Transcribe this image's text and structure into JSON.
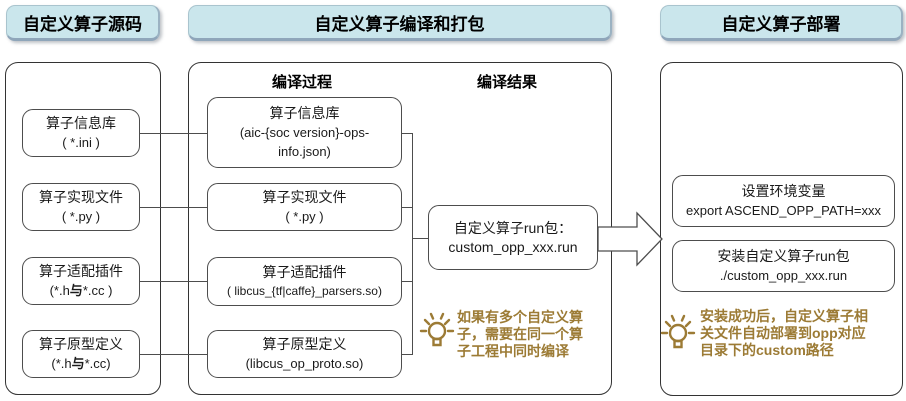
{
  "headers": {
    "source": "自定义算子源码",
    "build": "自定义算子编译和打包",
    "deploy": "自定义算子部署"
  },
  "build_section": {
    "process_label": "编译过程",
    "result_label": "编译结果"
  },
  "source_boxes": [
    {
      "title": "算子信息库",
      "sub": "( *.ini )"
    },
    {
      "title": "算子实现文件",
      "sub": "( *.py )"
    },
    {
      "title": "算子适配插件",
      "sub_pre": "(*.h",
      "sub_bold": "与",
      "sub_post": "*.cc )"
    },
    {
      "title": "算子原型定义",
      "sub_pre": "(*.h",
      "sub_bold": "与",
      "sub_post": "*.cc)"
    }
  ],
  "build_boxes": [
    {
      "title": "算子信息库",
      "sub1": "(aic-{soc version}-ops-",
      "sub2": "info.json)"
    },
    {
      "title": "算子实现文件",
      "sub": "( *.py )"
    },
    {
      "title": "算子适配插件",
      "sub": "( libcus_{tf|caffe}_parsers.so)"
    },
    {
      "title": "算子原型定义",
      "sub": "(libcus_op_proto.so)"
    }
  ],
  "run_box": {
    "line1": "自定义算子run包：",
    "line2": "custom_opp_xxx.run"
  },
  "deploy_boxes": [
    {
      "title": "设置环境变量",
      "sub": "export ASCEND_OPP_PATH=xxx"
    },
    {
      "title": "安装自定义算子run包",
      "sub": "./custom_opp_xxx.run"
    }
  ],
  "tips": {
    "build": "如果有多个自定义算子，需要在同一个算子工程中同时编译",
    "deploy": "安装成功后，自定义算子相关文件自动部署到opp对应目录下的custom路径"
  },
  "colors": {
    "header_fill": "#cae6ec",
    "header_border": "#a9c4ce",
    "tip_text": "#9c7b35",
    "box_border": "#4d4d4d"
  }
}
